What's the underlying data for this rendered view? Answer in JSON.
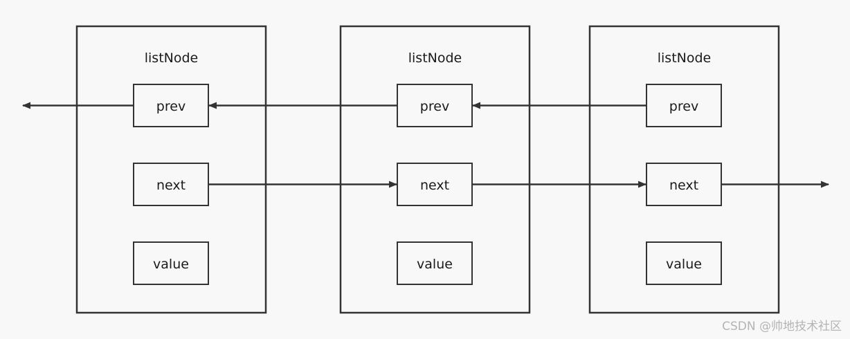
{
  "nodes": [
    {
      "title": "listNode",
      "fields": [
        "prev",
        "next",
        "value"
      ]
    },
    {
      "title": "listNode",
      "fields": [
        "prev",
        "next",
        "value"
      ]
    },
    {
      "title": "listNode",
      "fields": [
        "prev",
        "next",
        "value"
      ]
    }
  ],
  "watermark": "CSDN @帅地技术社区",
  "colors": {
    "background": "#f8f8f8",
    "stroke": "#333333",
    "text": "#1a1a1a"
  }
}
